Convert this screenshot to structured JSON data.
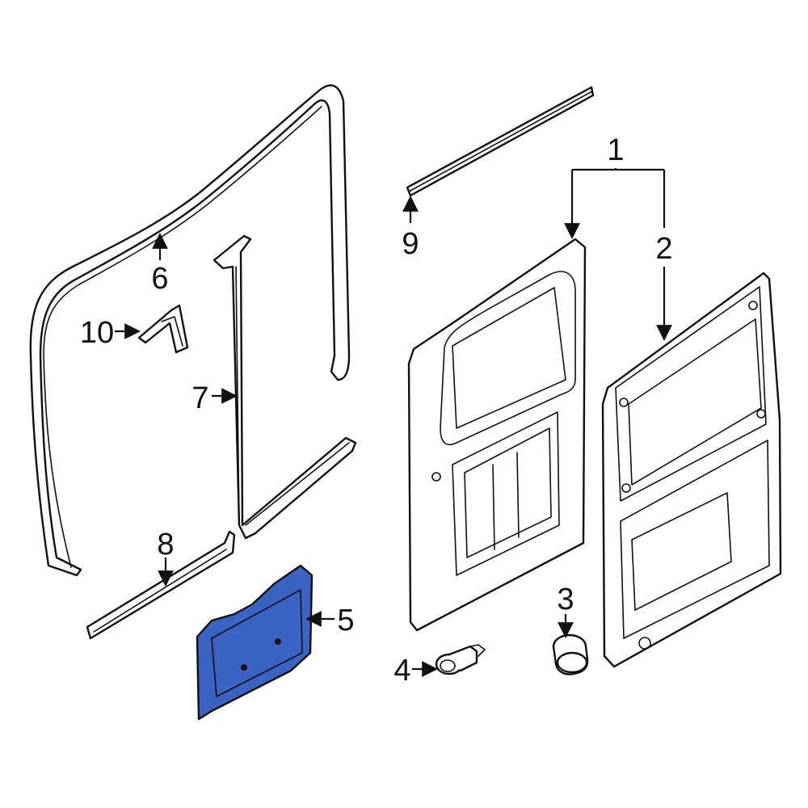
{
  "colors": {
    "highlight": "#3A63C4",
    "line": "#111111",
    "background": "#FFFFFF"
  },
  "callouts": {
    "c1": "1",
    "c2": "2",
    "c3": "3",
    "c4": "4",
    "c5": "5",
    "c6": "6",
    "c7": "7",
    "c8": "8",
    "c9": "9",
    "c10": "10"
  }
}
